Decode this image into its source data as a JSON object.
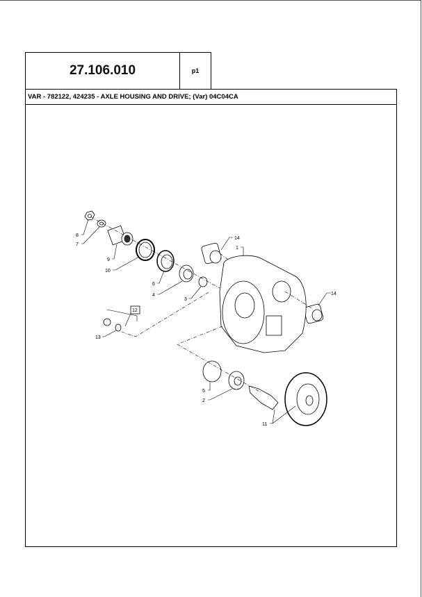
{
  "header": {
    "code": "27.106.010",
    "page": "p1",
    "title": "VAR - 782122, 424235 - AXLE HOUSING AND DRIVE; (Var) 04C04CA"
  },
  "diagram": {
    "callouts": [
      "1",
      "2",
      "3",
      "4",
      "5",
      "6",
      "7",
      "8",
      "9",
      "10",
      "11",
      "12",
      "13",
      "14",
      "14"
    ]
  }
}
